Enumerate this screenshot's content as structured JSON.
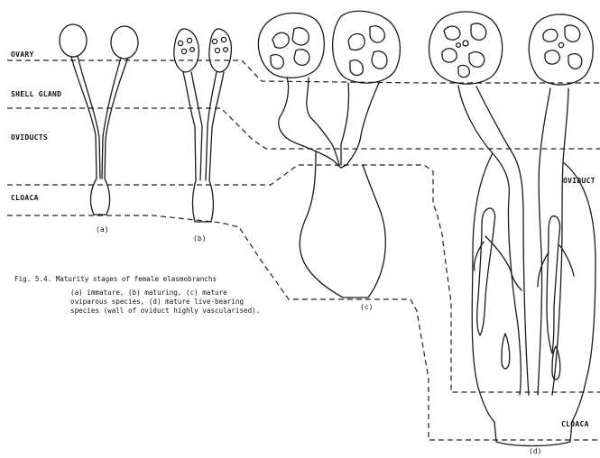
{
  "labels": {
    "ovary": "OVARY",
    "shell_gland": "SHELL GLAND",
    "oviducts": "OVIDUCTS",
    "cloaca_left": "CLOACA",
    "oviduct_right": "OVIDUCT",
    "cloaca_right": "CLOACA"
  },
  "stage_labels": {
    "a": "(a)",
    "b": "(b)",
    "c": "(c)",
    "d": "(d)"
  },
  "caption": {
    "title": "Fig. 5.4.  Maturity stages of female elasmobranchs",
    "line1": "(a) immature,  (b) maturing, (c) mature",
    "line2": "oviparous species,  (d) mature live-bearing",
    "line3": "species (wall of oviduct highly vascularised)."
  }
}
